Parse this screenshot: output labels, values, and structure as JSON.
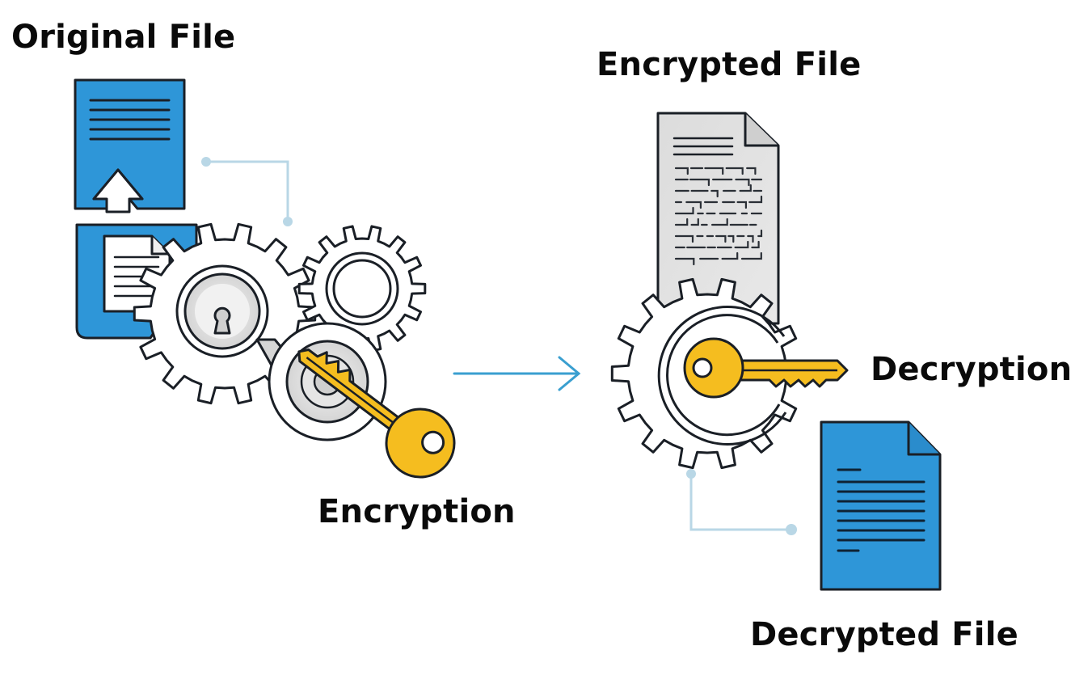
{
  "diagram": {
    "title": "File Encryption and Decryption",
    "labels": {
      "original_file": "Original File",
      "encrypted_file": "Encrypted File",
      "encryption": "Encryption",
      "decryption": "Decryption",
      "decrypted_file": "Decrypted File"
    },
    "icons": {
      "original_file": "document-icon",
      "encryption_gears": "gear-icon",
      "encryption_lock": "keyhole-icon",
      "encryption_key": "key-icon",
      "flow_arrow": "arrow-right-icon",
      "encrypted_file": "scrambled-document-icon",
      "decryption_gear": "gear-icon",
      "decryption_key": "key-icon",
      "decrypted_file": "document-icon"
    },
    "colors": {
      "file_blue": "#2e96d8",
      "outline": "#1a1f26",
      "key_yellow": "#f5bd1f",
      "encrypted_gray": "#d9d9d9",
      "connector_light_blue": "#b9d7e6",
      "arrow_blue": "#3a9fd0",
      "text": "#0a0a0a"
    },
    "flow": [
      "Original File",
      "Encryption",
      "Encrypted File",
      "Decryption",
      "Decrypted File"
    ]
  }
}
